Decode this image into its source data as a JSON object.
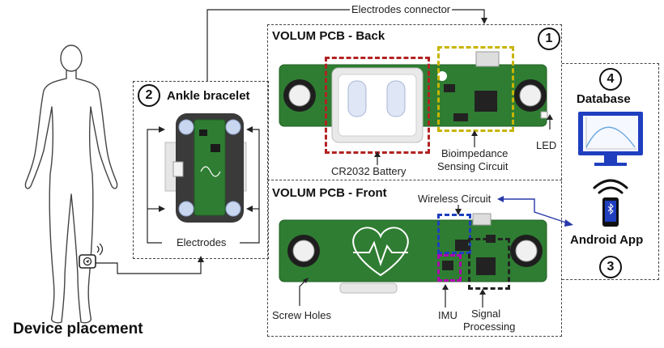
{
  "labels": {
    "device_placement": "Device placement",
    "electrodes_connector": "Electrodes connector",
    "pcb_back_title": "VOLUM PCB - Back",
    "pcb_front_title": "VOLUM PCB - Front",
    "ankle_bracelet": "Ankle bracelet",
    "electrodes": "Electrodes",
    "battery": "CR2032 Battery",
    "bioimpedance_line1": "Bioimpedance",
    "bioimpedance_line2": "Sensing Circuit",
    "led": "LED",
    "wireless_circuit": "Wireless Circuit",
    "screw_holes": "Screw Holes",
    "imu": "IMU",
    "signal_line1": "Signal",
    "signal_line2": "Processing",
    "database": "Database",
    "android_app": "Android App"
  },
  "numbers": {
    "n1": "1",
    "n2": "2",
    "n3": "3",
    "n4": "4"
  },
  "colors": {
    "pcb_green": "#2f7d32",
    "pcb_dark": "#1f5e24",
    "battery_box": "#b22222",
    "bio_box": "#c8b400",
    "wireless_box": "#1f3fbf",
    "imu_box": "#b000b0",
    "arrow_blue": "#2838a8",
    "monitor": "#1f3fbf"
  }
}
